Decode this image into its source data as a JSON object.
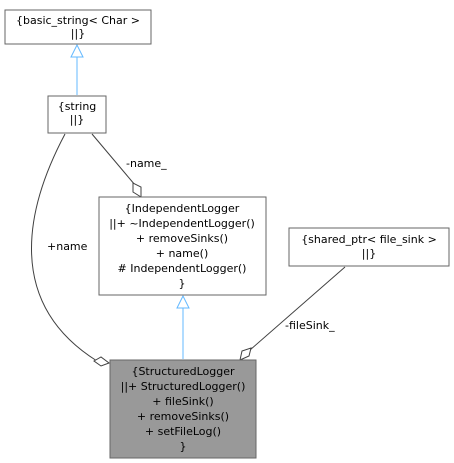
{
  "diagram": {
    "nodes": {
      "basic_string": {
        "lines": [
          "{basic_string< Char >",
          "||}"
        ]
      },
      "string": {
        "lines": [
          "{string",
          "||}"
        ]
      },
      "independent_logger": {
        "lines": [
          "{IndependentLogger",
          "||+ ~IndependentLogger()",
          "+ removeSinks()",
          "+ name()",
          "# IndependentLogger()",
          "}"
        ]
      },
      "shared_ptr": {
        "lines": [
          "{shared_ptr< file_sink >",
          "||}"
        ]
      },
      "structured_logger": {
        "lines": [
          "{StructuredLogger",
          "||+ StructuredLogger()",
          "+ fileSink()",
          "+ removeSinks()",
          "+ setFileLog()",
          "}"
        ]
      }
    },
    "edges": {
      "name_member": "-name_",
      "name_public": "+name",
      "file_sink": "-fileSink_"
    },
    "colors": {
      "inheritance_line": "#63b8ff",
      "association_line": "#404040",
      "highlight_fill": "#999999",
      "border": "#666666"
    }
  }
}
